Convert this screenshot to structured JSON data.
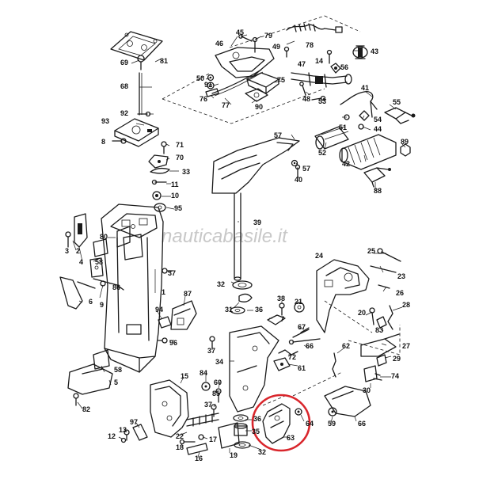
{
  "watermark": "nauticabasile.it",
  "highlight_color": "#d9262c",
  "callouts": [
    {
      "id": "c45",
      "text": "45"
    },
    {
      "id": "c79",
      "text": "79"
    },
    {
      "id": "c78",
      "text": "78"
    },
    {
      "id": "c43",
      "text": "43"
    },
    {
      "id": "c69",
      "text": "69"
    },
    {
      "id": "c81",
      "text": "81"
    },
    {
      "id": "c46",
      "text": "46"
    },
    {
      "id": "c49",
      "text": "49"
    },
    {
      "id": "c14",
      "text": "14"
    },
    {
      "id": "c56",
      "text": "56"
    },
    {
      "id": "c47",
      "text": "47"
    },
    {
      "id": "c50",
      "text": "50"
    },
    {
      "id": "c68",
      "text": "68"
    },
    {
      "id": "c91",
      "text": "91"
    },
    {
      "id": "c75",
      "text": "75"
    },
    {
      "id": "c48",
      "text": "48"
    },
    {
      "id": "c53",
      "text": "53"
    },
    {
      "id": "c41",
      "text": "41"
    },
    {
      "id": "c76",
      "text": "76"
    },
    {
      "id": "c77",
      "text": "77"
    },
    {
      "id": "c55",
      "text": "55"
    },
    {
      "id": "c90",
      "text": "90"
    },
    {
      "id": "c92",
      "text": "92"
    },
    {
      "id": "c51",
      "text": "51"
    },
    {
      "id": "c54",
      "text": "54"
    },
    {
      "id": "c44",
      "text": "44"
    },
    {
      "id": "c93",
      "text": "93"
    },
    {
      "id": "c8",
      "text": "8"
    },
    {
      "id": "c57a",
      "text": "57"
    },
    {
      "id": "c89",
      "text": "89"
    },
    {
      "id": "c71",
      "text": "71"
    },
    {
      "id": "c52",
      "text": "52"
    },
    {
      "id": "c70",
      "text": "70"
    },
    {
      "id": "c42",
      "text": "42"
    },
    {
      "id": "c57b",
      "text": "57"
    },
    {
      "id": "c33",
      "text": "33"
    },
    {
      "id": "c40",
      "text": "40"
    },
    {
      "id": "c11",
      "text": "11"
    },
    {
      "id": "c88",
      "text": "88"
    },
    {
      "id": "c10",
      "text": "10"
    },
    {
      "id": "c95",
      "text": "95"
    },
    {
      "id": "c39",
      "text": "39"
    },
    {
      "id": "c80",
      "text": "80"
    },
    {
      "id": "c25",
      "text": "25"
    },
    {
      "id": "c2",
      "text": "2"
    },
    {
      "id": "c3",
      "text": "3"
    },
    {
      "id": "c58a",
      "text": "58"
    },
    {
      "id": "c4",
      "text": "4"
    },
    {
      "id": "c24",
      "text": "24"
    },
    {
      "id": "c37a",
      "text": "37"
    },
    {
      "id": "c23",
      "text": "23"
    },
    {
      "id": "c1",
      "text": "1"
    },
    {
      "id": "c86",
      "text": "86"
    },
    {
      "id": "c9",
      "text": "9"
    },
    {
      "id": "c32a",
      "text": "32"
    },
    {
      "id": "c6",
      "text": "6"
    },
    {
      "id": "c26",
      "text": "26"
    },
    {
      "id": "c87",
      "text": "87"
    },
    {
      "id": "c38",
      "text": "38"
    },
    {
      "id": "c21",
      "text": "21"
    },
    {
      "id": "c28",
      "text": "28"
    },
    {
      "id": "c31",
      "text": "31"
    },
    {
      "id": "c36a",
      "text": "36"
    },
    {
      "id": "c94",
      "text": "94"
    },
    {
      "id": "c20",
      "text": "20"
    },
    {
      "id": "c7",
      "text": "7"
    },
    {
      "id": "c83",
      "text": "83"
    },
    {
      "id": "c67",
      "text": "67"
    },
    {
      "id": "c96",
      "text": "96"
    },
    {
      "id": "c37b",
      "text": "37"
    },
    {
      "id": "c66a",
      "text": "66"
    },
    {
      "id": "c62",
      "text": "62"
    },
    {
      "id": "c27",
      "text": "27"
    },
    {
      "id": "c72",
      "text": "72"
    },
    {
      "id": "c34",
      "text": "34"
    },
    {
      "id": "c61",
      "text": "61"
    },
    {
      "id": "c29",
      "text": "29"
    },
    {
      "id": "c58b",
      "text": "58"
    },
    {
      "id": "c74",
      "text": "74"
    },
    {
      "id": "c15",
      "text": "15"
    },
    {
      "id": "c84",
      "text": "84"
    },
    {
      "id": "c30",
      "text": "30"
    },
    {
      "id": "c5",
      "text": "5"
    },
    {
      "id": "c60",
      "text": "60"
    },
    {
      "id": "c85",
      "text": "85"
    },
    {
      "id": "c37c",
      "text": "37"
    },
    {
      "id": "c64",
      "text": "64"
    },
    {
      "id": "c82",
      "text": "82"
    },
    {
      "id": "c36b",
      "text": "36"
    },
    {
      "id": "c59",
      "text": "59"
    },
    {
      "id": "c66b",
      "text": "66"
    },
    {
      "id": "c97",
      "text": "97"
    },
    {
      "id": "c35",
      "text": "35"
    },
    {
      "id": "c63",
      "text": "63"
    },
    {
      "id": "c13",
      "text": "13"
    },
    {
      "id": "c22",
      "text": "22"
    },
    {
      "id": "c17",
      "text": "17"
    },
    {
      "id": "c12",
      "text": "12"
    },
    {
      "id": "c18",
      "text": "18"
    },
    {
      "id": "c19",
      "text": "19"
    },
    {
      "id": "c32b",
      "text": "32"
    },
    {
      "id": "c16",
      "text": "16"
    }
  ]
}
